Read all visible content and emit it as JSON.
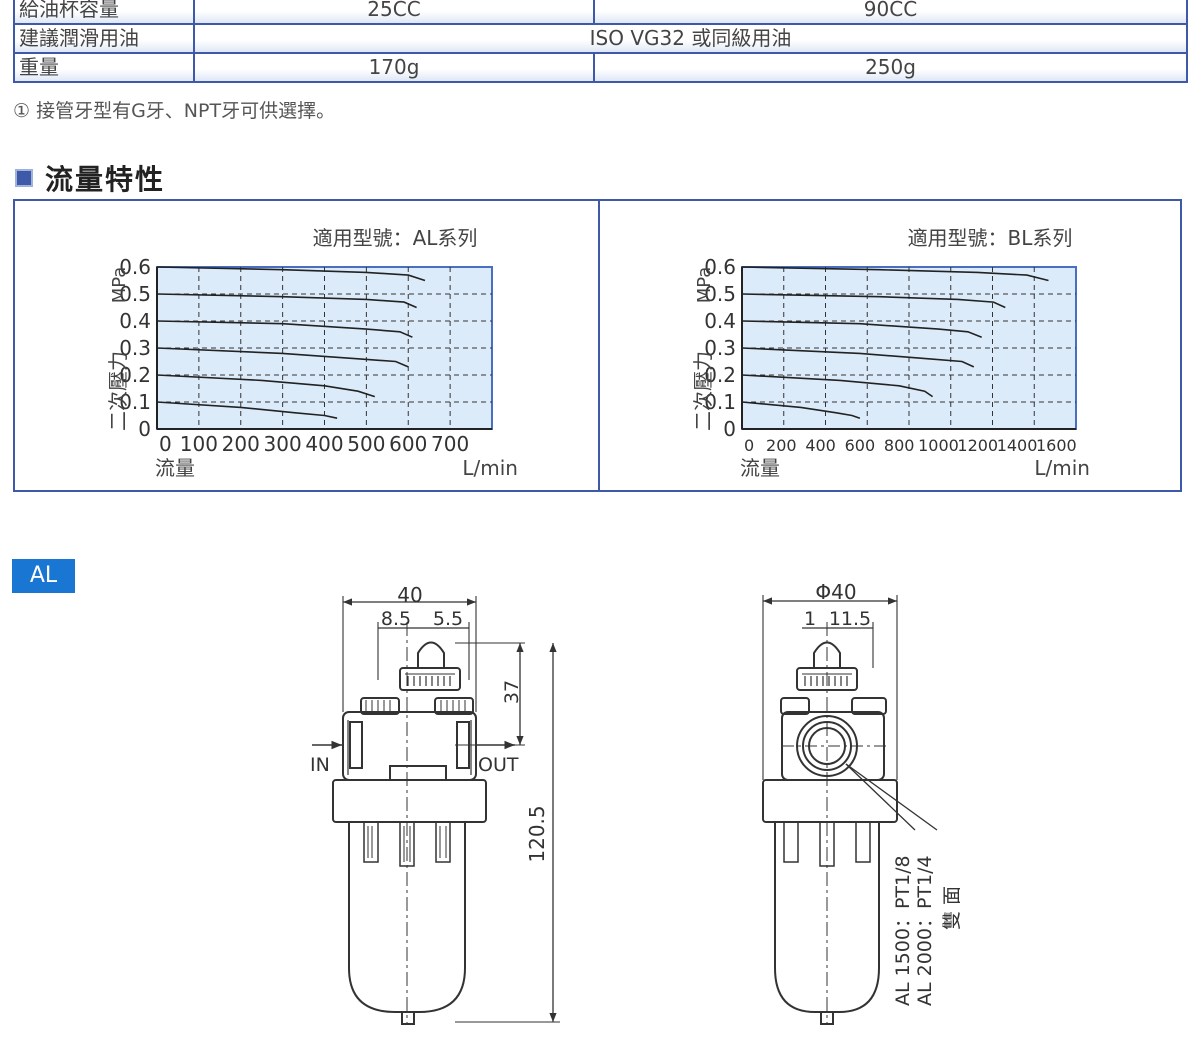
{
  "spec_table": {
    "rows": [
      {
        "label": "給油杯容量",
        "values": [
          "25CC",
          "90CC"
        ]
      },
      {
        "label": "建議潤滑用油",
        "values": [
          "ISO VG32 或同級用油"
        ]
      },
      {
        "label": "重量",
        "values": [
          "170g",
          "250g"
        ]
      }
    ],
    "note": "① 接管牙型有G牙、NPT牙可供選擇。"
  },
  "section_title": "流量特性",
  "chart_data": [
    {
      "type": "line",
      "title": "適用型號：AL系列",
      "ylabel_unit": "MPa",
      "ylabel": "二次壓力",
      "xlabel": "流量",
      "xunit": "L/min",
      "xlim": [
        0,
        800
      ],
      "ylim": [
        0,
        0.6
      ],
      "x_ticks": [
        "0",
        "100",
        "200",
        "300",
        "400",
        "500",
        "600",
        "700"
      ],
      "y_ticks": [
        "0",
        "0.1",
        "0.2",
        "0.3",
        "0.4",
        "0.5",
        "0.6"
      ],
      "grid": true,
      "series": [
        {
          "points": [
            [
              0,
              0.6
            ],
            [
              300,
              0.59
            ],
            [
              500,
              0.58
            ],
            [
              600,
              0.57
            ],
            [
              640,
              0.55
            ]
          ]
        },
        {
          "points": [
            [
              0,
              0.5
            ],
            [
              300,
              0.49
            ],
            [
              500,
              0.48
            ],
            [
              590,
              0.47
            ],
            [
              620,
              0.45
            ]
          ]
        },
        {
          "points": [
            [
              0,
              0.4
            ],
            [
              300,
              0.39
            ],
            [
              500,
              0.37
            ],
            [
              580,
              0.36
            ],
            [
              610,
              0.34
            ]
          ]
        },
        {
          "points": [
            [
              0,
              0.3
            ],
            [
              300,
              0.28
            ],
            [
              480,
              0.26
            ],
            [
              570,
              0.25
            ],
            [
              600,
              0.23
            ]
          ]
        },
        {
          "points": [
            [
              0,
              0.2
            ],
            [
              250,
              0.18
            ],
            [
              400,
              0.16
            ],
            [
              480,
              0.14
            ],
            [
              520,
              0.12
            ]
          ]
        },
        {
          "points": [
            [
              0,
              0.1
            ],
            [
              200,
              0.08
            ],
            [
              330,
              0.06
            ],
            [
              400,
              0.05
            ],
            [
              430,
              0.04
            ]
          ]
        }
      ]
    },
    {
      "type": "line",
      "title": "適用型號：BL系列",
      "ylabel_unit": "MPa",
      "ylabel": "二次壓力",
      "xlabel": "流量",
      "xunit": "L/min",
      "xlim": [
        0,
        1700
      ],
      "ylim": [
        0,
        0.6
      ],
      "x_ticks": [
        "0",
        "200",
        "400",
        "600",
        "800",
        "1000",
        "1200",
        "1400",
        "1600"
      ],
      "y_ticks": [
        "0",
        "0.1",
        "0.2",
        "0.3",
        "0.4",
        "0.5",
        "0.6"
      ],
      "grid": true,
      "series": [
        {
          "points": [
            [
              0,
              0.6
            ],
            [
              700,
              0.59
            ],
            [
              1200,
              0.58
            ],
            [
              1450,
              0.57
            ],
            [
              1560,
              0.55
            ]
          ]
        },
        {
          "points": [
            [
              0,
              0.5
            ],
            [
              700,
              0.49
            ],
            [
              1100,
              0.48
            ],
            [
              1280,
              0.47
            ],
            [
              1340,
              0.45
            ]
          ]
        },
        {
          "points": [
            [
              0,
              0.4
            ],
            [
              600,
              0.39
            ],
            [
              1000,
              0.37
            ],
            [
              1150,
              0.36
            ],
            [
              1220,
              0.34
            ]
          ]
        },
        {
          "points": [
            [
              0,
              0.3
            ],
            [
              600,
              0.28
            ],
            [
              950,
              0.26
            ],
            [
              1120,
              0.25
            ],
            [
              1180,
              0.23
            ]
          ]
        },
        {
          "points": [
            [
              0,
              0.2
            ],
            [
              500,
              0.18
            ],
            [
              800,
              0.16
            ],
            [
              930,
              0.14
            ],
            [
              970,
              0.12
            ]
          ]
        },
        {
          "points": [
            [
              0,
              0.1
            ],
            [
              300,
              0.08
            ],
            [
              480,
              0.06
            ],
            [
              560,
              0.05
            ],
            [
              600,
              0.04
            ]
          ]
        }
      ]
    }
  ],
  "model_badge": "AL",
  "drawing": {
    "front": {
      "width": "40",
      "offsets": [
        "8.5",
        "5.5"
      ],
      "top_height": "37",
      "total_height": "120.5",
      "in_label": "IN",
      "out_label": "OUT"
    },
    "side": {
      "diameter": "Φ40",
      "offsets": [
        "1",
        "11.5"
      ],
      "port_al1500": "AL 1500：PT1/8",
      "port_al2000": "AL 2000：PT1/4",
      "both_sides": "雙 面"
    }
  }
}
